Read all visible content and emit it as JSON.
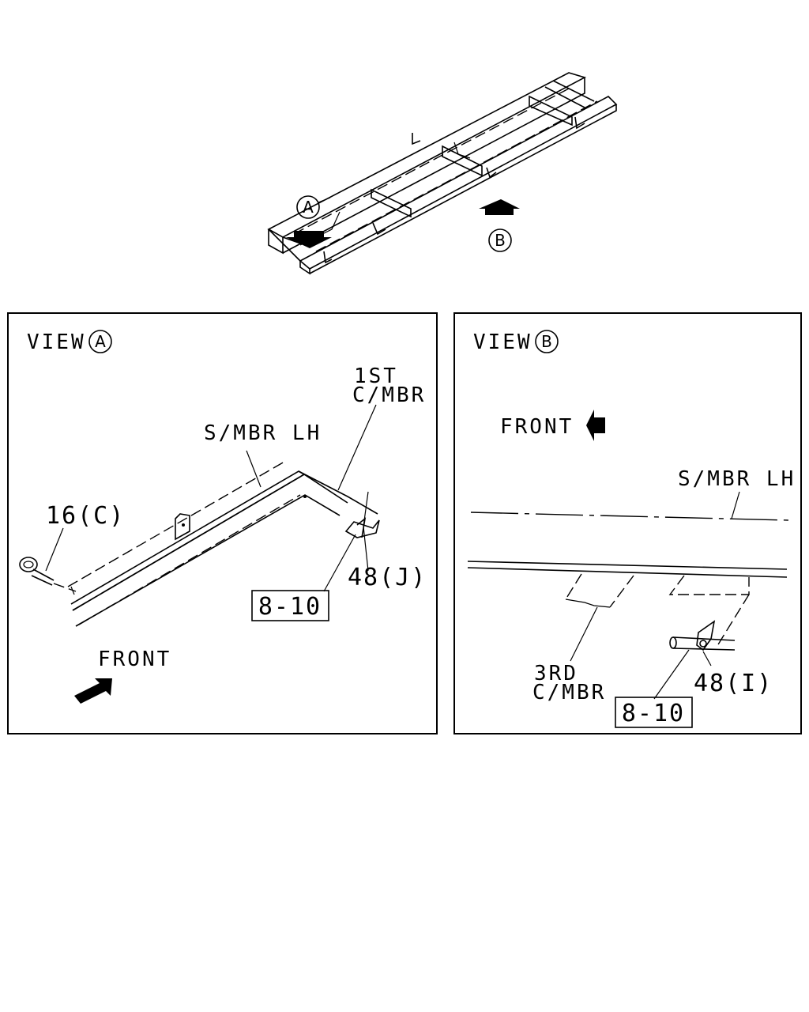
{
  "overview": {
    "callout_a": "A",
    "callout_b": "B"
  },
  "view_a": {
    "title": "VIEW",
    "circle": "A",
    "label_1st_line1": "1ST",
    "label_1st_line2": "C/MBR",
    "label_smbr": "S/MBR LH",
    "label_part_16": "16(C)",
    "label_part_48": "48(J)",
    "ref_box": "8-10",
    "front": "FRONT"
  },
  "view_b": {
    "title": "VIEW",
    "circle": "B",
    "front": "FRONT",
    "label_smbr": "S/MBR LH",
    "label_3rd_line1": "3RD",
    "label_3rd_line2": "C/MBR",
    "label_part_48": "48(I)",
    "ref_box": "8-10"
  }
}
